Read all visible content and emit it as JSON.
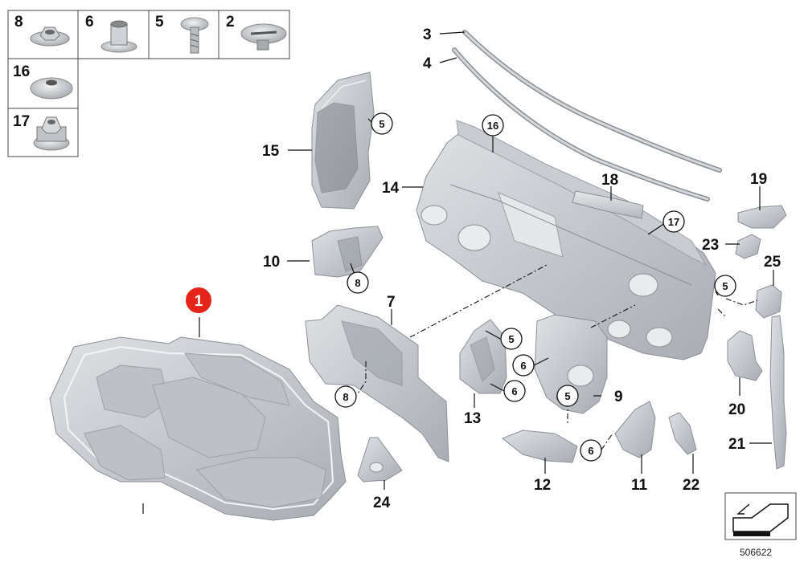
{
  "fastener_table": {
    "row1": [
      "8",
      "6",
      "5",
      "2"
    ],
    "row2": [
      "16"
    ],
    "row3": [
      "17"
    ]
  },
  "callouts": {
    "p1": "1",
    "p2": "2",
    "p3": "3",
    "p4": "4",
    "p5": "5",
    "p6": "6",
    "p7": "7",
    "p8": "8",
    "p9": "9",
    "p10": "10",
    "p11": "11",
    "p12": "12",
    "p13": "13",
    "p14": "14",
    "p15": "15",
    "p16": "16",
    "p17": "17",
    "p18": "18",
    "p19": "19",
    "p20": "20",
    "p21": "21",
    "p22": "22",
    "p23": "23",
    "p24": "24",
    "p25": "25"
  },
  "highlight": {
    "label": "1",
    "color": "#e5241b"
  },
  "catalog_number": "506622",
  "colors": {
    "part_fill": "#c9ccd0",
    "part_shade": "#aeb2b7",
    "line": "#111111"
  }
}
